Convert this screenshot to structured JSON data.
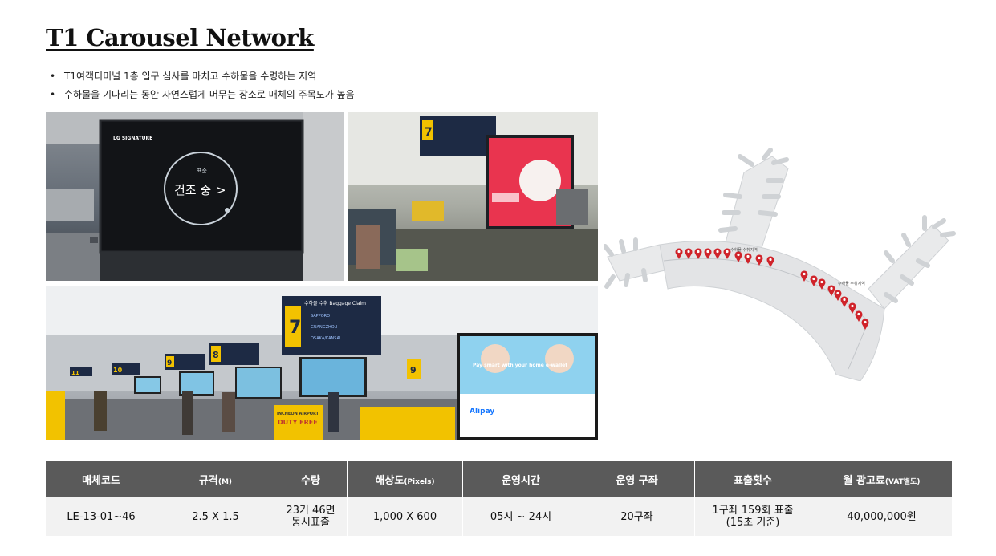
{
  "page": {
    "title": "T1 Carousel Network",
    "bullets": [
      "T1여객터미널 1층 입구 심사를 마치고 수하물을 수령하는 지역",
      "수하물을 기다리는 동안 자연스럽게 머무는 장소로 매체의 주목도가 높음"
    ]
  },
  "photos": {
    "photo1": {
      "brand": "LG SIGNATURE",
      "small_label": "표준",
      "headline": "건조 중"
    },
    "photo2": {
      "carousel_number": "7"
    },
    "photo3": {
      "carousel_number": "7",
      "sign_title": "수하물 수취 Baggage Claim",
      "flight_rows": [
        "SAPPORO",
        "GUANGZHOU",
        "OSAKA/KANSAI"
      ],
      "carousel_8": "8",
      "carousel_9": "9",
      "carousel_10": "10",
      "carousel_11": "11",
      "duty_free_1": "INCHEON AIRPORT",
      "duty_free_2": "DUTY FREE",
      "ad_headline": "Pay smart with your home e-wallet",
      "ad_brand": "Alipay"
    }
  },
  "map": {
    "marker_color": "#d0232a",
    "area_label_1": "수하물 수취지역",
    "area_label_2": "수하물 수취지역"
  },
  "table": {
    "headers": [
      {
        "main": "매체코드",
        "sub": ""
      },
      {
        "main": "규격",
        "sub": "(M)"
      },
      {
        "main": "수량",
        "sub": ""
      },
      {
        "main": "해상도",
        "sub": "(Pixels)"
      },
      {
        "main": "운영시간",
        "sub": ""
      },
      {
        "main": "운영 구좌",
        "sub": ""
      },
      {
        "main": "표출횟수",
        "sub": ""
      },
      {
        "main": "월 광고료",
        "sub": "(VAT별도)"
      }
    ],
    "row": {
      "code": "LE-13-01~46",
      "size": "2.5 X 1.5",
      "qty_line1": "23기 46면",
      "qty_line2": "동시표출",
      "resolution": "1,000 X 600",
      "hours": "05시 ~ 24시",
      "slots": "20구좌",
      "freq_line1": "1구좌 159회 표출",
      "freq_line2": "(15초 기준)",
      "price": "40,000,000원"
    }
  }
}
